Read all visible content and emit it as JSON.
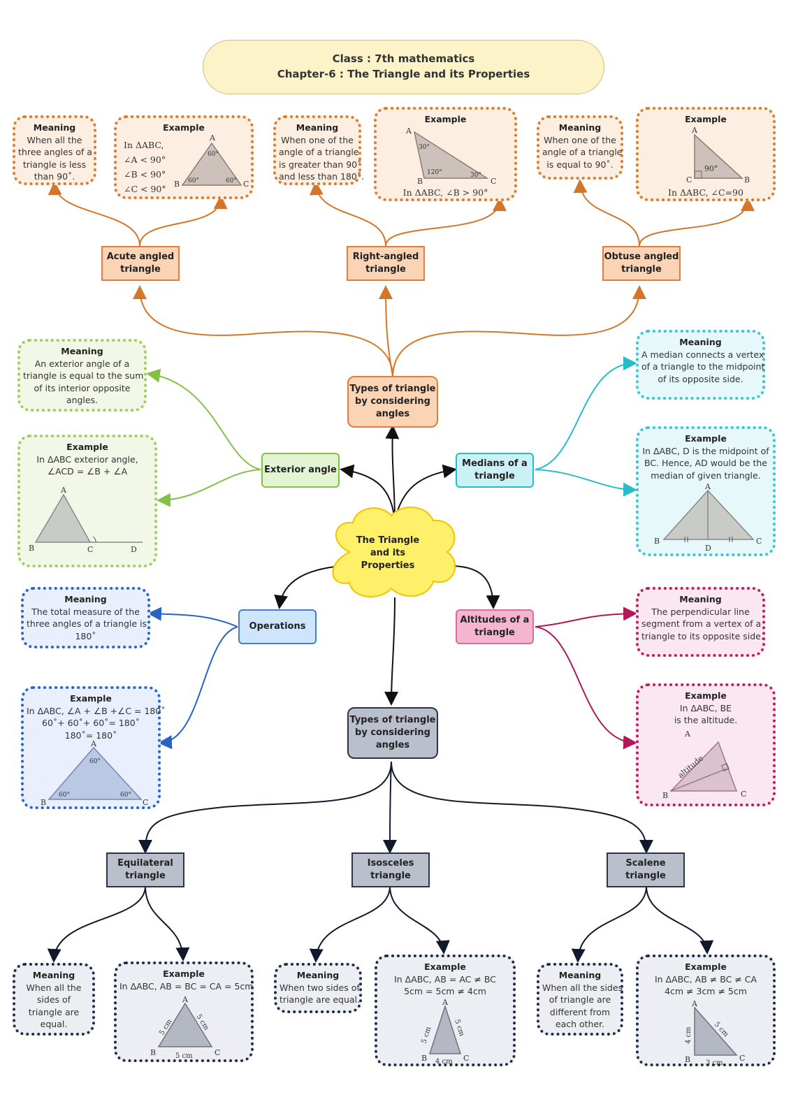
{
  "title": {
    "line1": "Class : 7th mathematics",
    "line2": "Chapter-6 : The Triangle and its Properties"
  },
  "center": {
    "line1": "The Triangle",
    "line2": "and its",
    "line3": "Properties"
  },
  "nodes": {
    "types_angles_top": {
      "line1": "Types of triangle",
      "line2": "by considering",
      "line3": "angles"
    },
    "types_angles_bottom": {
      "line1": "Types of triangle",
      "line2": "by considering",
      "line3": "angles"
    },
    "acute": {
      "line1": "Acute angled",
      "line2": "triangle"
    },
    "right": {
      "line1": "Right-angled",
      "line2": "triangle"
    },
    "obtuse": {
      "line1": "Obtuse angled",
      "line2": "triangle"
    },
    "exterior": {
      "line1": "Exterior angle"
    },
    "medians": {
      "line1": "Medians of a",
      "line2": "triangle"
    },
    "operations": {
      "line1": "Operations"
    },
    "altitudes": {
      "line1": "Altitudes of a",
      "line2": "triangle"
    },
    "equilateral": {
      "line1": "Equilateral",
      "line2": "triangle"
    },
    "isosceles": {
      "line1": "Isosceles",
      "line2": "triangle"
    },
    "scalene": {
      "line1": "Scalene",
      "line2": "triangle"
    }
  },
  "cards": {
    "acute_meaning": {
      "heading": "Meaning",
      "lines": [
        "When all the",
        "three angles of a",
        "triangle is less",
        "than 90˚."
      ]
    },
    "acute_example": {
      "heading": "Example",
      "lines": [
        "In ΔABC,",
        "∠A < 90°",
        "∠B < 90°",
        "∠C < 90°"
      ],
      "labels": {
        "a": "A",
        "b": "B",
        "c": "C",
        "angA": "60°",
        "angB": "60°",
        "angC": "60°"
      }
    },
    "right_meaning": {
      "heading": "Meaning",
      "lines": [
        "When one of the",
        "angle of a triangle",
        "is greater than 90˚",
        "and less than 180˚."
      ]
    },
    "right_example": {
      "heading": "Example",
      "caption": "In ΔABC, ∠B > 90°",
      "labels": {
        "a": "A",
        "b": "B",
        "c": "C",
        "angA": "30°",
        "angB": "120°",
        "angC": "30°"
      }
    },
    "obtuse_meaning": {
      "heading": "Meaning",
      "lines": [
        "When one of the",
        "angle of a triangle",
        "is equal to 90˚."
      ]
    },
    "obtuse_example": {
      "heading": "Example",
      "caption": "In ΔABC, ∠C=90",
      "labels": {
        "a": "A",
        "b": "B",
        "c": "C",
        "angC": "90°"
      }
    },
    "exterior_meaning": {
      "heading": "Meaning",
      "lines": [
        "An exterior angle of a",
        "triangle is equal to the sum",
        "of its interior opposite",
        "angles."
      ]
    },
    "exterior_example": {
      "heading": "Example",
      "lines": [
        "In ΔABC exterior angle,",
        "∠ACD = ∠B + ∠A"
      ],
      "labels": {
        "a": "A",
        "b": "B",
        "c": "C",
        "d": "D"
      }
    },
    "median_meaning": {
      "heading": "Meaning",
      "lines": [
        "A median connects a vertex",
        "of a triangle to the midpoint",
        "of its opposite side."
      ]
    },
    "median_example": {
      "heading": "Example",
      "lines": [
        "In ΔABC, D is the midpoint of",
        "BC. Hence, AD would be the",
        "median of given triangle."
      ],
      "labels": {
        "a": "A",
        "b": "B",
        "c": "C",
        "d": "D"
      }
    },
    "operations_meaning": {
      "heading": "Meaning",
      "lines": [
        "The total measure of the",
        "three angles of a triangle is",
        "180˚"
      ]
    },
    "operations_example": {
      "heading": "Example",
      "lines": [
        "In ΔABC, ∠A + ∠B +∠C = 180˚",
        "60˚+ 60˚+ 60˚= 180˚",
        "180˚= 180˚"
      ],
      "labels": {
        "a": "A",
        "b": "B",
        "c": "C",
        "angA": "60°",
        "angB": "60°",
        "angC": "60°"
      }
    },
    "altitude_meaning": {
      "heading": "Meaning",
      "lines": [
        "The perpendicular line",
        "segment from a vertex of a",
        "triangle to its opposite side."
      ]
    },
    "altitude_example": {
      "heading": "Example",
      "lines": [
        "In ΔABC, BE",
        "is the altitude."
      ],
      "labels": {
        "a": "A",
        "b": "B",
        "c": "C",
        "alt": "altitude"
      }
    },
    "equilateral_meaning": {
      "heading": "Meaning",
      "lines": [
        "When all the",
        "sides of",
        "triangle are",
        "equal."
      ]
    },
    "equilateral_example": {
      "heading": "Example",
      "lines": [
        "In ΔABC, AB = BC = CA = 5cm"
      ],
      "labels": {
        "a": "A",
        "b": "B",
        "c": "C",
        "s1": "5 cm",
        "s2": "5 cm",
        "s3": "5 cm"
      }
    },
    "isosceles_meaning": {
      "heading": "Meaning",
      "lines": [
        "When two sides of",
        "triangle are equal."
      ]
    },
    "isosceles_example": {
      "heading": "Example",
      "lines": [
        "In ΔABC, AB = AC ≠ BC",
        "5cm = 5cm ≠ 4cm"
      ],
      "labels": {
        "a": "A",
        "b": "B",
        "c": "C",
        "s1": "5 cm",
        "s2": "5 cm",
        "s3": "4 cm"
      }
    },
    "scalene_meaning": {
      "heading": "Meaning",
      "lines": [
        "When all the sides",
        "of triangle are",
        "different from",
        "each other."
      ]
    },
    "scalene_example": {
      "heading": "Example",
      "lines": [
        "In ΔABC, AB ≠ BC ≠ CA",
        "4cm ≠ 3cm ≠ 5cm"
      ],
      "labels": {
        "a": "A",
        "b": "B",
        "c": "C",
        "s1": "4 cm",
        "s2": "5 cm",
        "s3": "3 cm"
      }
    }
  },
  "colors": {
    "orange": "#dd7f3f",
    "green": "#85c046",
    "cyan": "#29bcc8",
    "blue": "#2563c4",
    "pink": "#c2185b",
    "navy": "#1f2a44",
    "cloud": "#fff06a"
  }
}
